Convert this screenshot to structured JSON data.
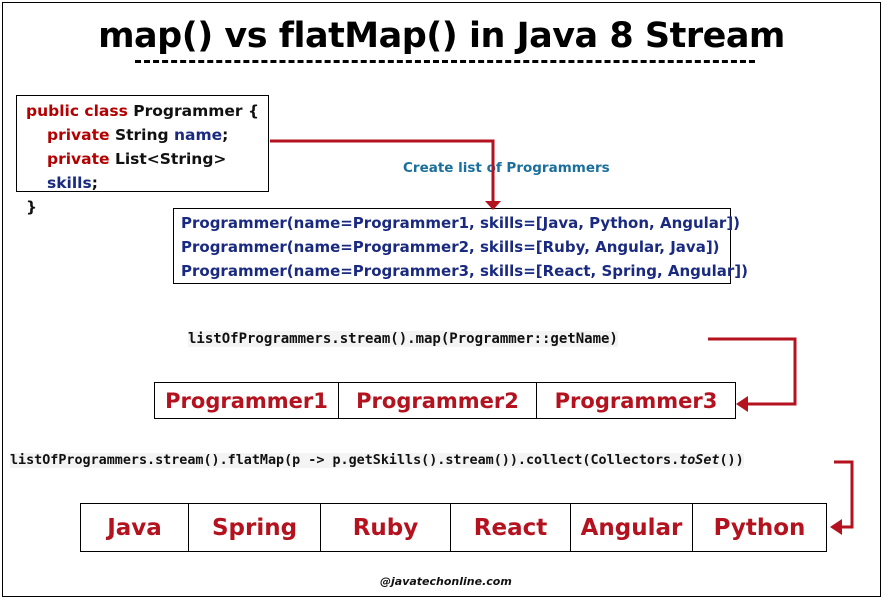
{
  "title": "map() vs  flatMap() in Java 8 Stream",
  "class_def": {
    "line1_kw": "public class",
    "line1_name": " Programmer {",
    "line2_kw": "private",
    "line2_type": " String ",
    "line2_field": "name",
    "line2_end": ";",
    "line3_kw": "private",
    "line3_type": " List<String> ",
    "line3_field": "skills",
    "line3_end": ";",
    "line4": "}"
  },
  "create_label": "Create list of Programmers",
  "programmers": [
    "Programmer(name=Programmer1, skills=[Java, Python, Angular])",
    "Programmer(name=Programmer2, skills=[Ruby, Angular, Java])",
    "Programmer(name=Programmer3, skills=[React, Spring, Angular])"
  ],
  "map_code": "listOfProgrammers.stream().map(Programmer::getName)",
  "map_result": [
    "Programmer1",
    "Programmer2",
    "Programmer3"
  ],
  "flatmap_code_a": "listOfProgrammers.stream().flatMap(p -> p.getSkills().stream()).collect(Collectors.",
  "flatmap_code_b": "toSet",
  "flatmap_code_c": "())",
  "flatmap_result": [
    "Java",
    "Spring",
    "Ruby",
    "React",
    "Angular",
    "Python"
  ],
  "credit": "@javatechonline.com",
  "colors": {
    "keyword": "#b30000",
    "field": "#1a2a80",
    "arrow": "#b3121e",
    "label": "#1a6f9c"
  }
}
